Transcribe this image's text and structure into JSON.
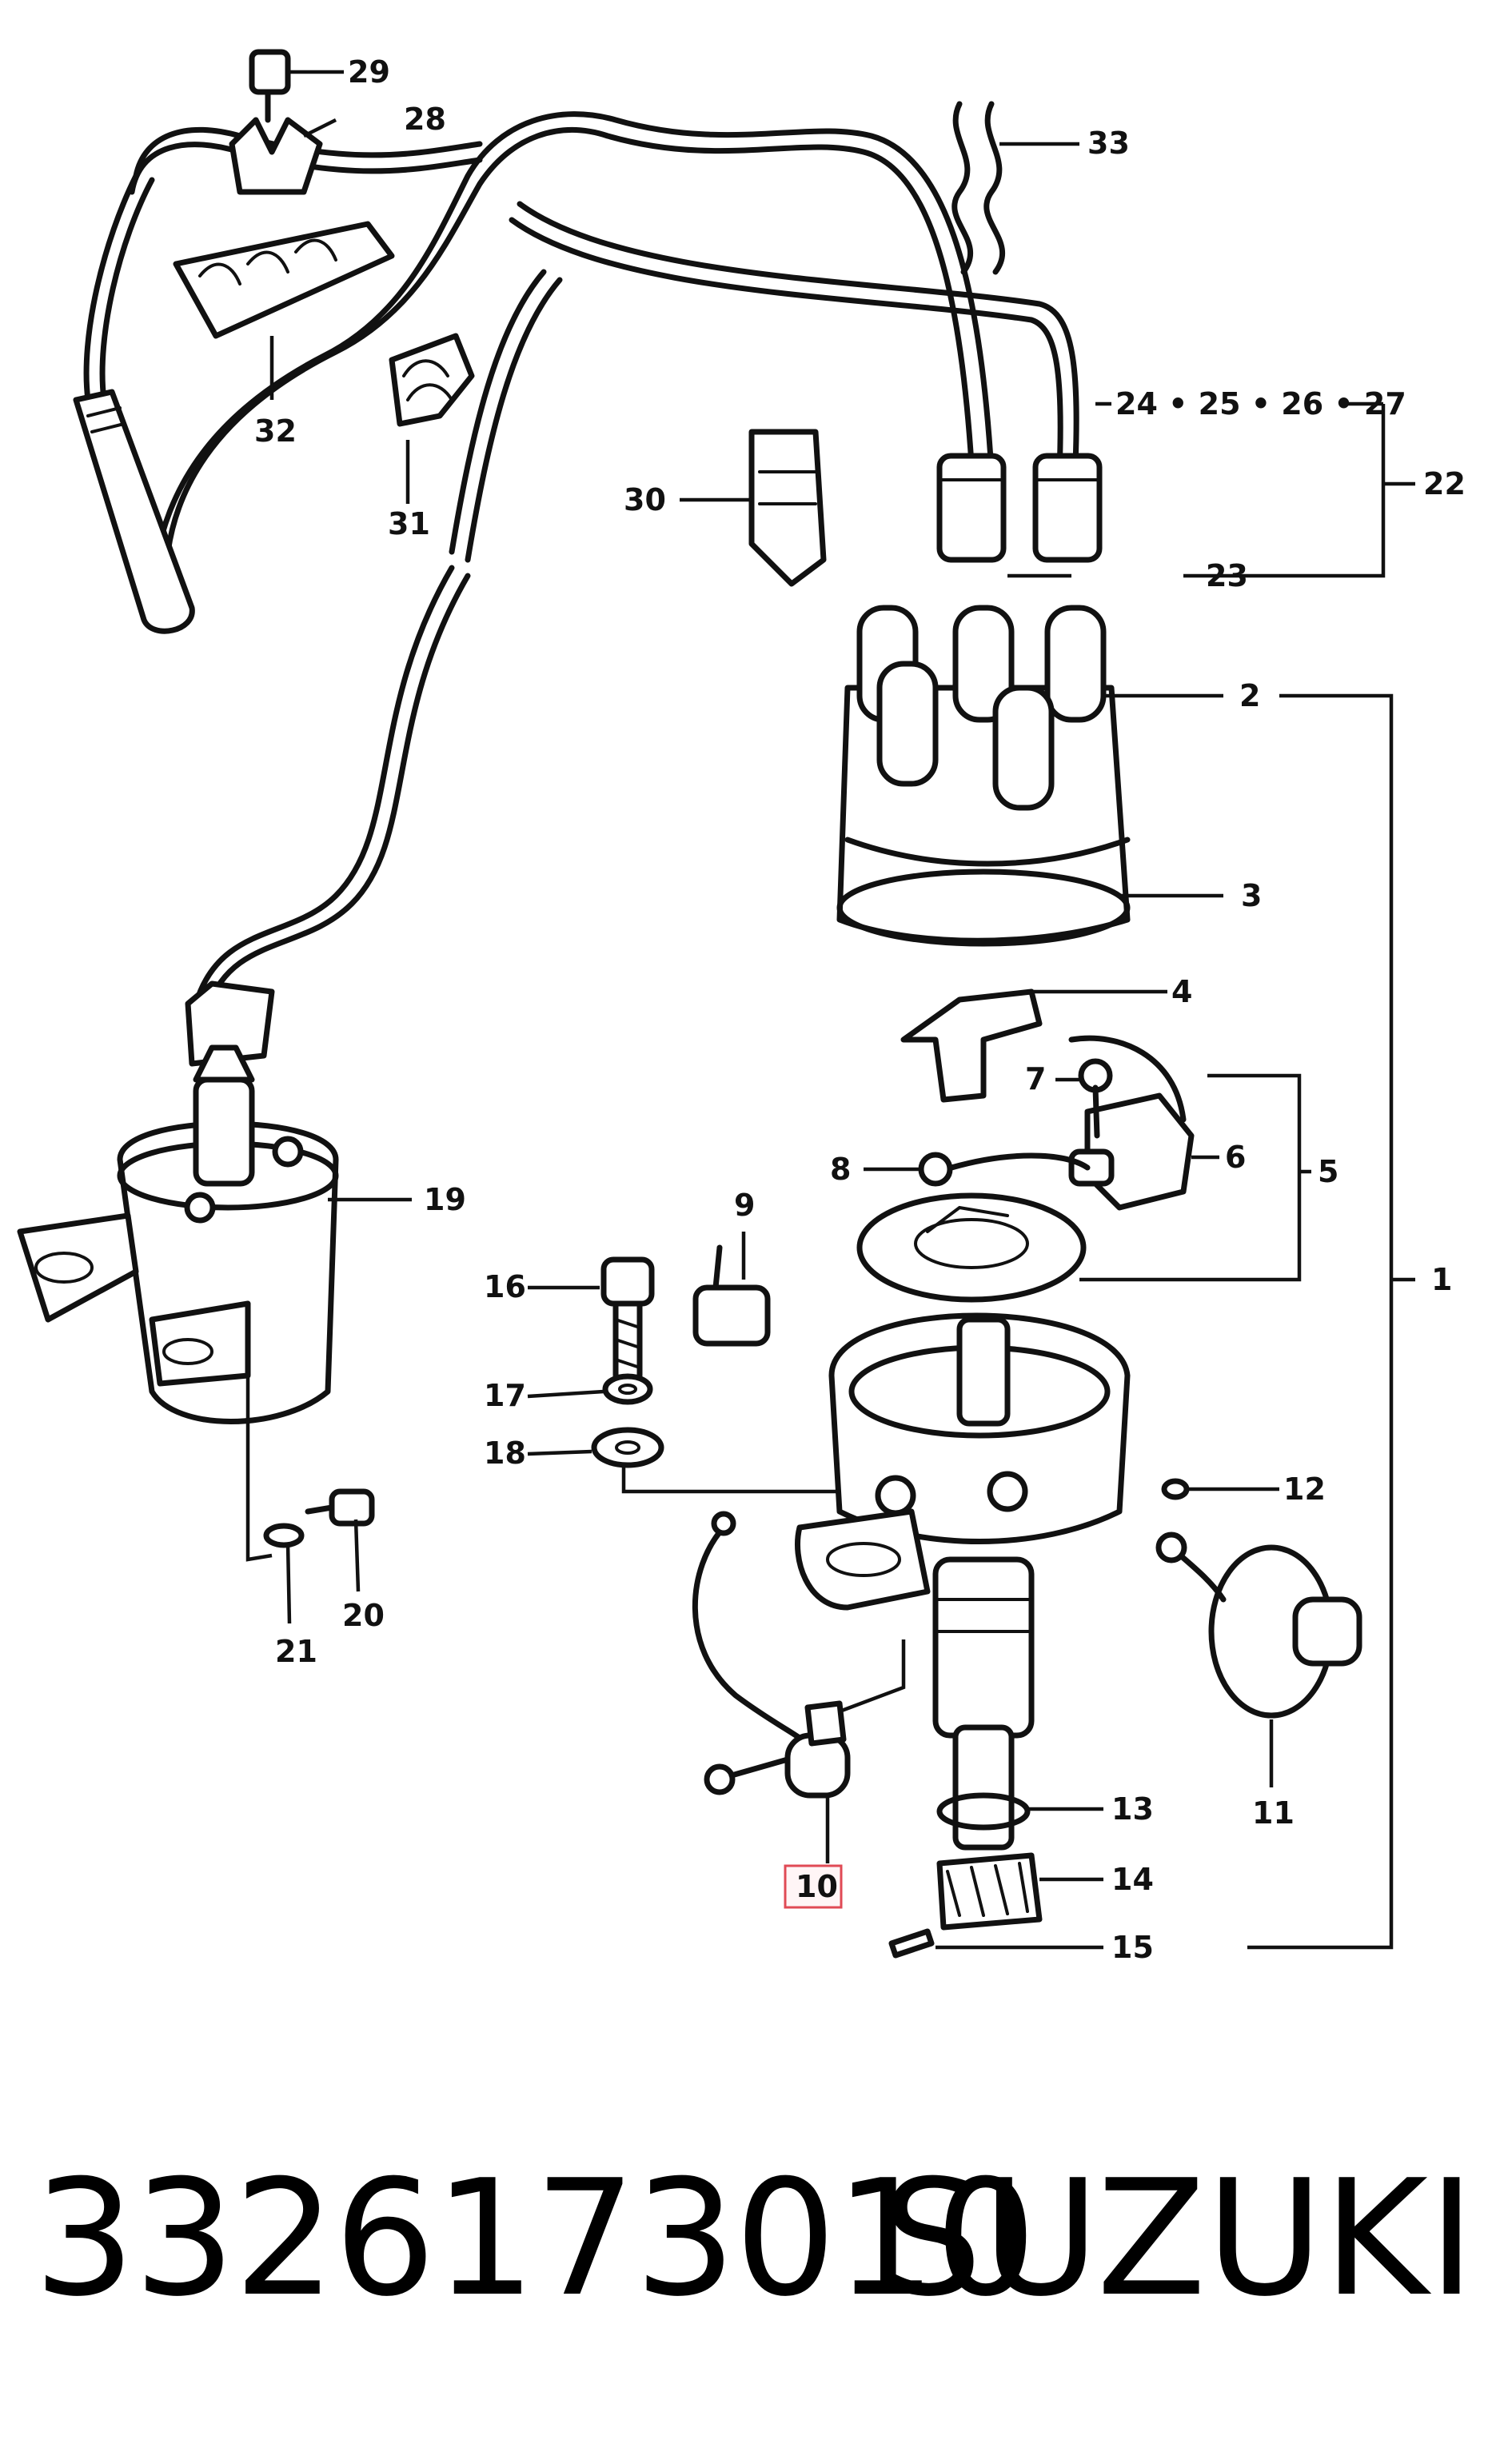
{
  "diagram": {
    "callouts": {
      "c1": "1",
      "c2": "2",
      "c3": "3",
      "c4": "4",
      "c5": "5",
      "c6": "6",
      "c7": "7",
      "c8": "8",
      "c9": "9",
      "c10": "10",
      "c11": "11",
      "c12": "12",
      "c13": "13",
      "c14": "14",
      "c15": "15",
      "c16": "16",
      "c17": "17",
      "c18": "18",
      "c19": "19",
      "c20": "20",
      "c21": "21",
      "c22": "22",
      "c23": "23",
      "c24_27": "24 • 25 • 26 • 27",
      "c28": "28",
      "c29": "29",
      "c30": "30",
      "c31": "31",
      "c32": "32",
      "c33": "33"
    },
    "highlighted_callout": "10",
    "highlight_color": "#e04a55"
  },
  "footer": {
    "part_number": "3326173010",
    "brand": "SUZUKI"
  }
}
